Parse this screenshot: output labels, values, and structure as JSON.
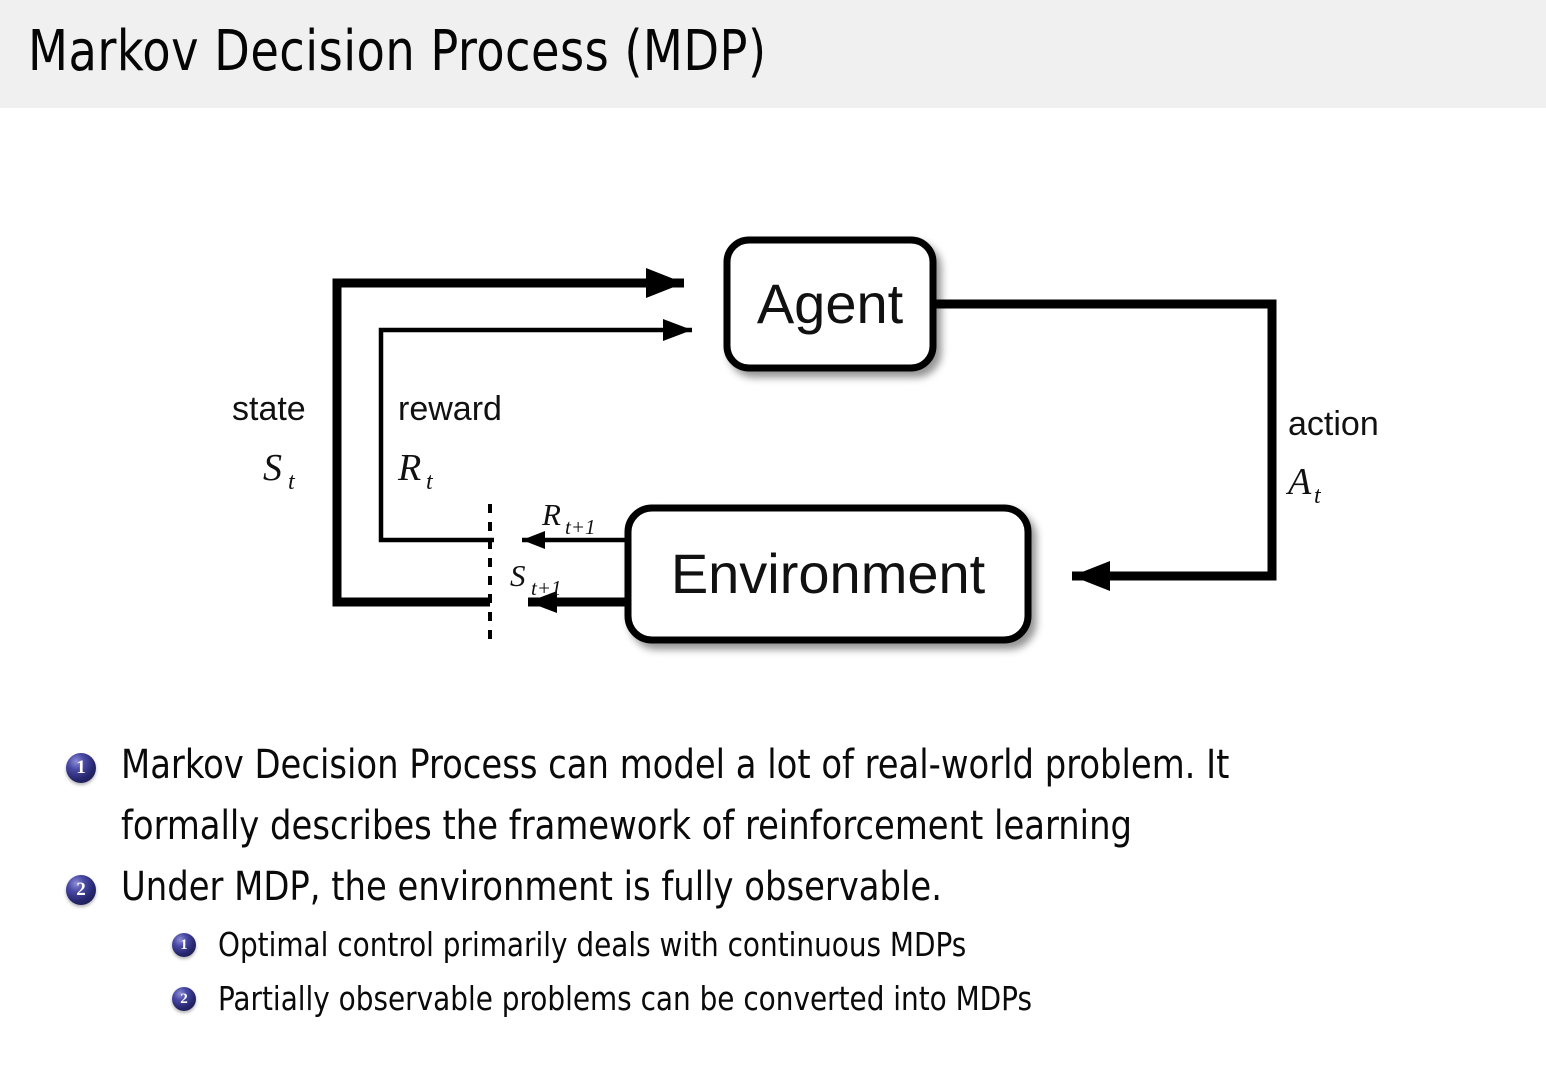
{
  "header": {
    "title": "Markov Decision Process (MDP)",
    "background_color": "#f0f0f0"
  },
  "diagram": {
    "name": "agent-environment-interaction-loop",
    "nodes": [
      {
        "id": "agent",
        "label": "Agent"
      },
      {
        "id": "environment",
        "label": "Environment"
      }
    ],
    "edges": [
      {
        "id": "state-feedback",
        "word": "state",
        "symbol": "S",
        "subscript": "t",
        "from": "environment",
        "to": "agent"
      },
      {
        "id": "reward-feedback",
        "word": "reward",
        "symbol": "R",
        "subscript": "t",
        "from": "environment",
        "to": "agent"
      },
      {
        "id": "action-forward",
        "word": "action",
        "symbol": "A",
        "subscript": "t",
        "from": "agent",
        "to": "environment"
      },
      {
        "id": "next-reward",
        "symbol": "R",
        "subscript": "t+1",
        "from": "environment",
        "to": "time-boundary"
      },
      {
        "id": "next-state",
        "symbol": "S",
        "subscript": "t+1",
        "from": "environment",
        "to": "time-boundary"
      }
    ],
    "time_boundary": "dashed-vertical-line",
    "stroke_color": "#000000",
    "node_fill": "#ffffff"
  },
  "bullets": {
    "level1": [
      {
        "number": "1",
        "line1": "Markov Decision Process can model a lot of real-world problem.  It",
        "line2": "formally describes the framework of reinforcement learning"
      },
      {
        "number": "2",
        "line1": "Under MDP, the environment is fully observable.",
        "line2": ""
      }
    ],
    "level2": [
      {
        "number": "1",
        "text": "Optimal control primarily deals with continuous MDPs"
      },
      {
        "number": "2",
        "text": "Partially observable problems can be converted into MDPs"
      }
    ],
    "badge_color": "#26266e"
  }
}
